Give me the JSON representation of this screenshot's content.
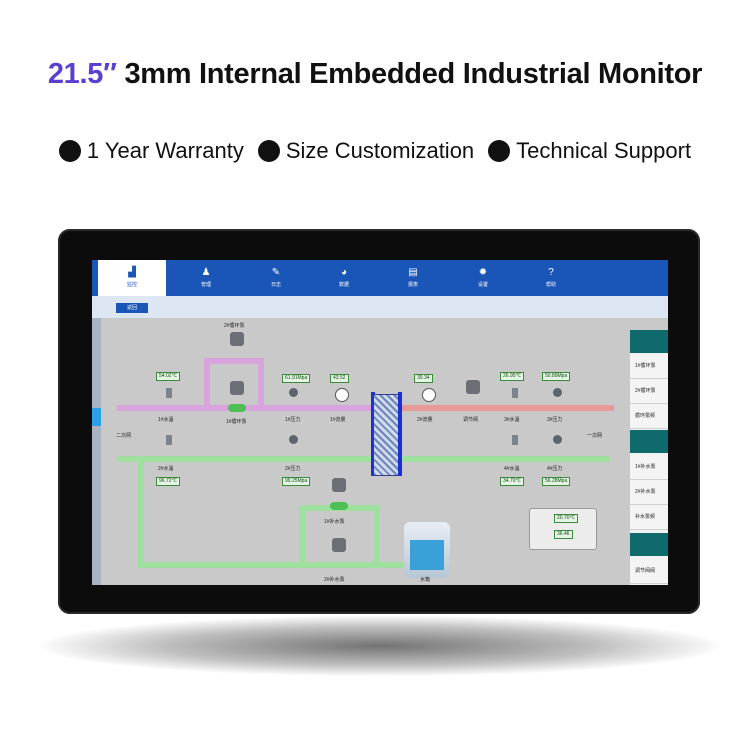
{
  "headline": {
    "size": "21.5″",
    "rest": "3mm Internal Embedded Industrial Monitor"
  },
  "features": [
    "1 Year Warranty",
    "Size Customization",
    "Technical Support"
  ],
  "screen": {
    "nav_tabs": [
      {
        "label": "监控",
        "icon": "chart-icon"
      },
      {
        "label": "管理",
        "icon": "user-gear-icon"
      },
      {
        "label": "日志",
        "icon": "log-icon"
      },
      {
        "label": "数据",
        "icon": "pie-icon"
      },
      {
        "label": "报表",
        "icon": "report-icon"
      },
      {
        "label": "设置",
        "icon": "gear-icon"
      },
      {
        "label": "帮助",
        "icon": "help-icon"
      }
    ],
    "back_label": "返回",
    "side_panel": [
      "1#循环泵",
      "2#循环泵",
      "循环泵频",
      "1#补水泵",
      "2#补水泵",
      "补水泵频",
      "调节阀阀"
    ],
    "labels": {
      "pump2_circ": "2#循环泵",
      "pump1_circ": "1#循环泵",
      "temp1_water": "1#水温",
      "press1": "1#压力",
      "flow1": "1#流量",
      "flow2": "2#流量",
      "reg_valve": "调节阀",
      "temp3_water": "3#水温",
      "press3": "3#压力",
      "sec_net": "二次网",
      "pri_net": "一次网",
      "temp2_water": "2#水温",
      "press2": "2#压力",
      "temp4_water": "4#水温",
      "press4": "4#压力",
      "makeup1": "1#补水泵",
      "makeup2": "2#补水泵",
      "tank": "水箱"
    },
    "values": {
      "t1": "54.02℃",
      "p1": "61.91Mpa",
      "f1": "43.52",
      "f2": "39.34",
      "t3": "26.95℃",
      "p3": "50.89Mpa",
      "t2": "96.72℃",
      "p2": "99.25Mpa",
      "t4": "34.70℃",
      "p4": "56.28Mpa",
      "env_temp": "20.70℃",
      "env_hum": "36.46"
    }
  }
}
